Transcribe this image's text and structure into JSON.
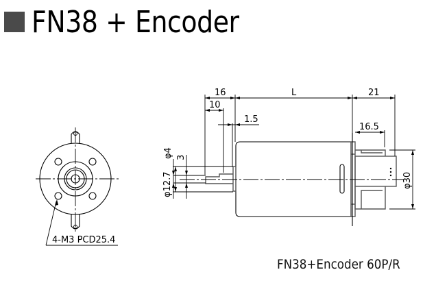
{
  "header": {
    "title": "FN38 + Encoder",
    "bullet_color": "#4a4a4a"
  },
  "front_view": {
    "label": "4-M3 PCD25.4"
  },
  "side_view": {
    "dimensions": {
      "d16": "16",
      "d10": "10",
      "L": "L",
      "d21": "21",
      "d1_5": "1.5",
      "d16_5": "16.5",
      "phi4": "φ4",
      "d3": "3",
      "phi12_7": "φ12.7",
      "phi30": "φ30"
    }
  },
  "caption": "FN38+Encoder 60P/R"
}
